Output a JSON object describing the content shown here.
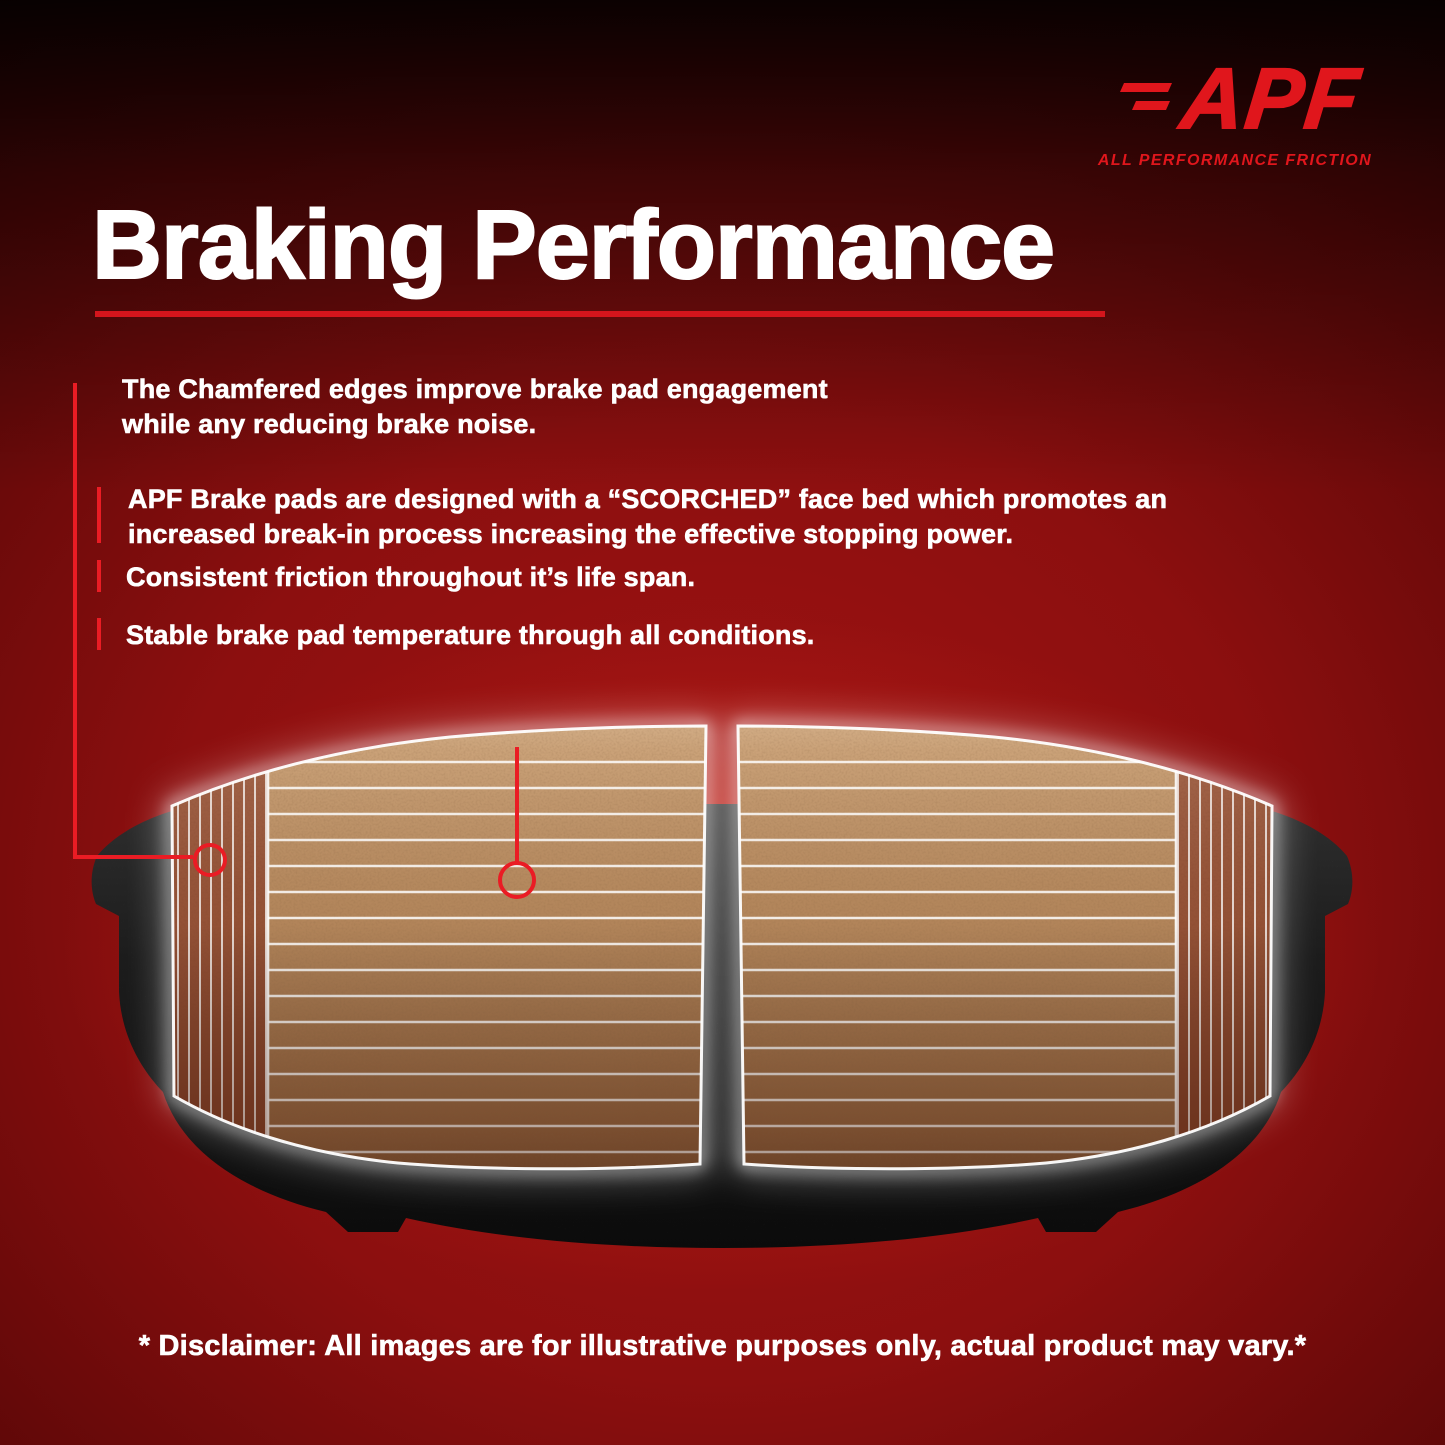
{
  "brand": {
    "logo_text": "APF",
    "tagline": "ALL PERFORMANCE FRICTION"
  },
  "header": {
    "title": "Braking Performance"
  },
  "bullets": [
    "The Chamfered edges improve brake pad engagement while any reducing brake noise.",
    "APF Brake pads are designed with a “SCORCHED” face bed which promotes an increased break-in process increasing the effective stopping power.",
    "Consistent friction throughout it’s life span.",
    "Stable brake pad temperature through all conditions."
  ],
  "footer": {
    "disclaimer": "* Disclaimer: All images are for illustrative purposes only, actual product may vary.*"
  },
  "colors": {
    "accent_red": "#e0161c",
    "background_red": "#8e1010",
    "background_dark": "#120000",
    "text_white": "#ffffff",
    "pad_friction_tan": "#ab7a50",
    "plate_black": "#141414"
  }
}
